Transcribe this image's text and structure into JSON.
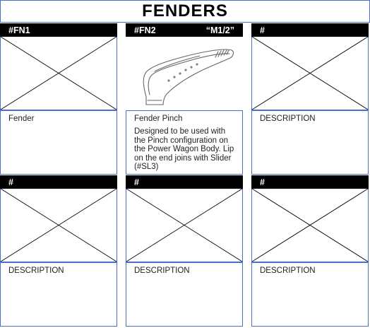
{
  "page": {
    "title": "FENDERS"
  },
  "cells": [
    {
      "code": "#FN1",
      "scale": "",
      "name": "Fender",
      "description": "",
      "has_image": false
    },
    {
      "code": "#FN2",
      "scale": "“M1/2”",
      "name": "Fender Pinch",
      "description": "Designed to be used with the Pinch configuration on the Power Wagon Body. Lip on the end joins with Slider (#SL3)",
      "has_image": true
    },
    {
      "code": "#",
      "scale": "",
      "name": "DESCRIPTION",
      "description": "",
      "has_image": false
    },
    {
      "code": "#",
      "scale": "",
      "name": "DESCRIPTION",
      "description": "",
      "has_image": false
    },
    {
      "code": "#",
      "scale": "",
      "name": "DESCRIPTION",
      "description": "",
      "has_image": false
    },
    {
      "code": "#",
      "scale": "",
      "name": "DESCRIPTION",
      "description": "",
      "has_image": false
    }
  ],
  "colors": {
    "border": "#4a6fc9",
    "header_bg": "#000000",
    "header_text": "#ffffff"
  }
}
